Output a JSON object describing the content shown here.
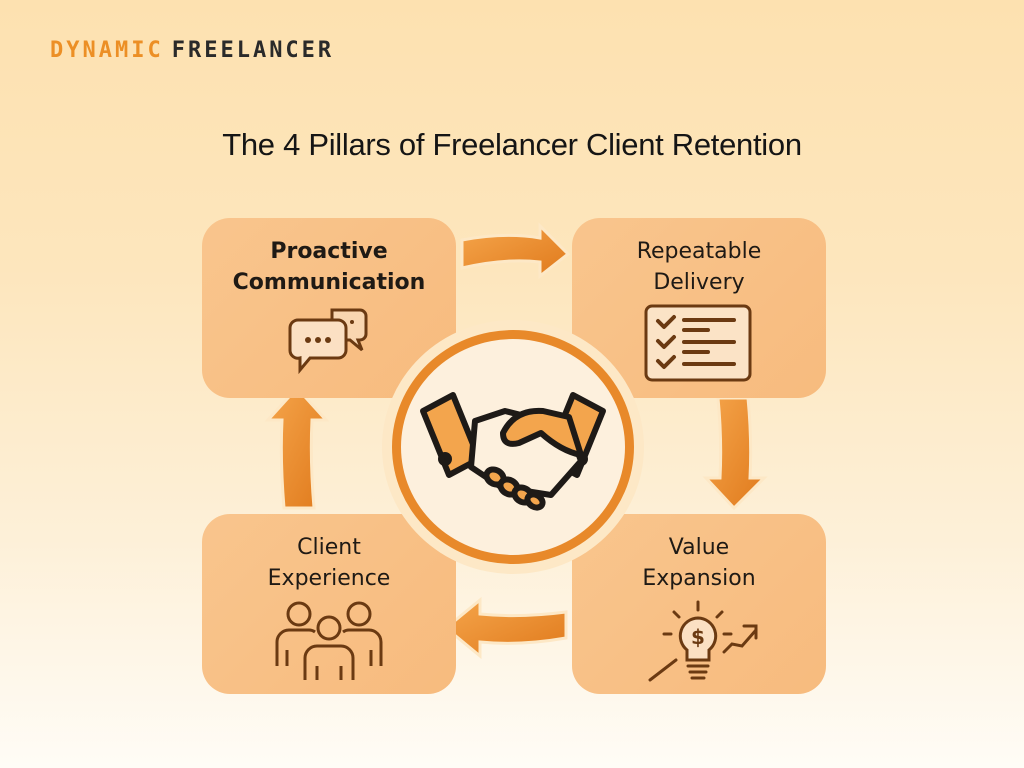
{
  "brand": {
    "part1": "DYNAMIC",
    "part2": "FREELANCER",
    "accent_color": "#ec8f25",
    "dark_color": "#2a2a2a"
  },
  "title": "The 4 Pillars of Freelancer Client Retention",
  "center": {
    "icon": "handshake-icon"
  },
  "pillars": [
    {
      "line1": "Proactive",
      "line2": "Communication",
      "icon": "chat-bubbles-icon",
      "position": "top-left"
    },
    {
      "line1": "Repeatable",
      "line2": "Delivery",
      "icon": "checklist-icon",
      "position": "top-right"
    },
    {
      "line1": "Client",
      "line2": "Experience",
      "icon": "group-people-icon",
      "position": "bottom-left"
    },
    {
      "line1": "Value",
      "line2": "Expansion",
      "icon": "lightbulb-dollar-growth-icon",
      "position": "bottom-right"
    }
  ],
  "flow": [
    "Proactive Communication",
    "Repeatable Delivery",
    "Value Expansion",
    "Client Experience"
  ],
  "colors": {
    "box": "#f8bf84",
    "arrow": "#e8892a",
    "ring": "#e8892a",
    "icon_stroke": "#6b3a12"
  }
}
